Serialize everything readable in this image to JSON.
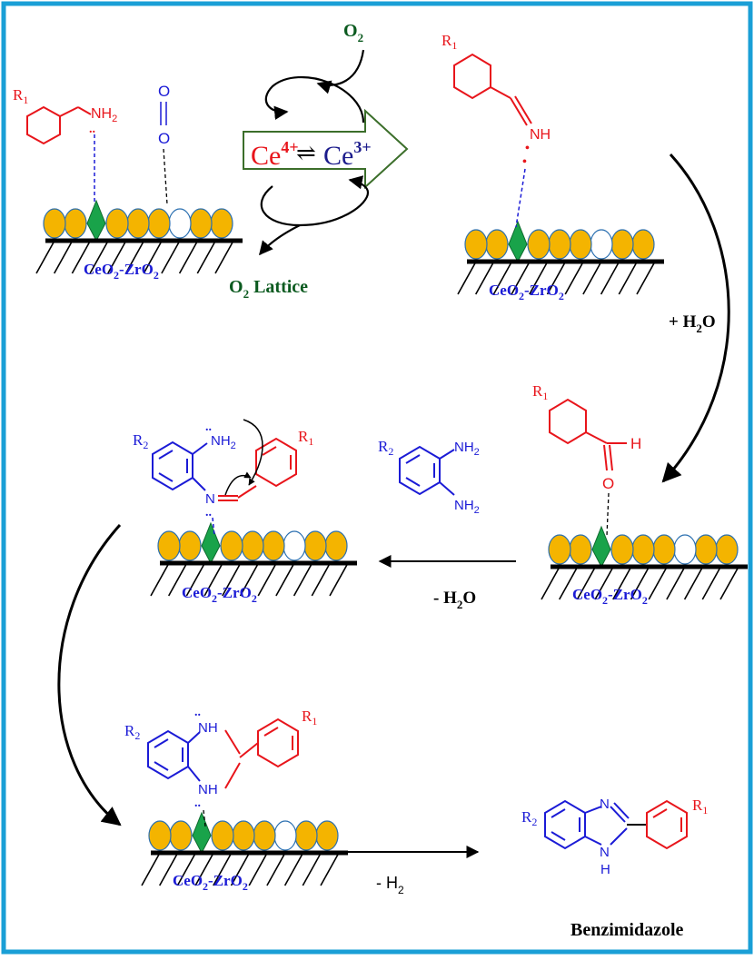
{
  "colors": {
    "frame": "#1a9fd6",
    "red": "#e8151b",
    "blue": "#1b1bd6",
    "green": "#0b5a1f",
    "navy": "#1c1c8c",
    "gold": "#f4b400",
    "diamond": "#19a34a",
    "arrow_fill": "#ffffff",
    "arrow_stroke": "#3b6e2a"
  },
  "support": {
    "label_main": "CeO",
    "label_sub1": "2",
    "label_mid": "-ZrO",
    "label_sub2": "2"
  },
  "labels": {
    "R1": "R",
    "R1_sub": "1",
    "R2": "R",
    "R2_sub": "2",
    "NH2": "NH",
    "NH2_sub": "2",
    "NH": "NH",
    "N": "N",
    "H": "H",
    "O": "O",
    "lone_pair": "..",
    "dot": "•"
  },
  "redox_cycle": {
    "o2_top": "O",
    "o2_top_sub": "2",
    "ce4": "Ce",
    "ce4_sup": "4+",
    "ce3": "Ce",
    "ce3_sup": "3+",
    "equilibrium": "⇌",
    "o2_lattice_o": "O",
    "o2_lattice_sub": "2",
    "o2_lattice_word": " Lattice"
  },
  "arrows": {
    "plus_water": "+ H",
    "plus_water_sub": "2",
    "plus_water_o": "O",
    "minus_water": "- H",
    "minus_water_sub": "2",
    "minus_water_o": "O",
    "minus_h2": "- H",
    "minus_h2_sub": "2"
  },
  "product": {
    "name": "Benzimidazole"
  }
}
